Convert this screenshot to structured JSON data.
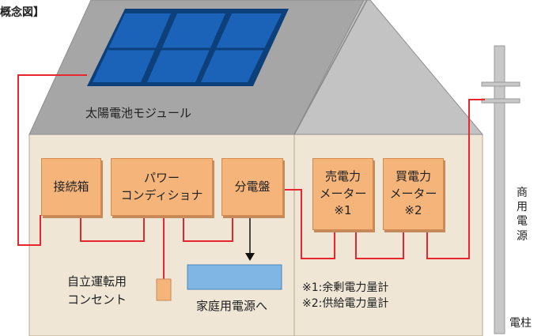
{
  "title": "概念図】",
  "roof_label": "太陽電池モジュール",
  "boxes": {
    "junction": "接続箱",
    "conditioner": "パワー\nコンディショナ",
    "distribution": "分電盤",
    "sell_meter": "売電力\nメーター\n※1",
    "buy_meter": "買電力\nメーター\n※2"
  },
  "outlet_label": "自立運転用\nコンセント",
  "home_power_label": "家庭用電源へ",
  "notes": [
    "※1:余剰電力量計",
    "※2:供給電力量計"
  ],
  "commercial_power": "商用電源",
  "pole_label": "電柱",
  "colors": {
    "wire": "#e8262d",
    "box": "#f5b57a",
    "wall": "#efe6d6",
    "roof": "#9c9c9c",
    "panel": "#1b63b8"
  }
}
